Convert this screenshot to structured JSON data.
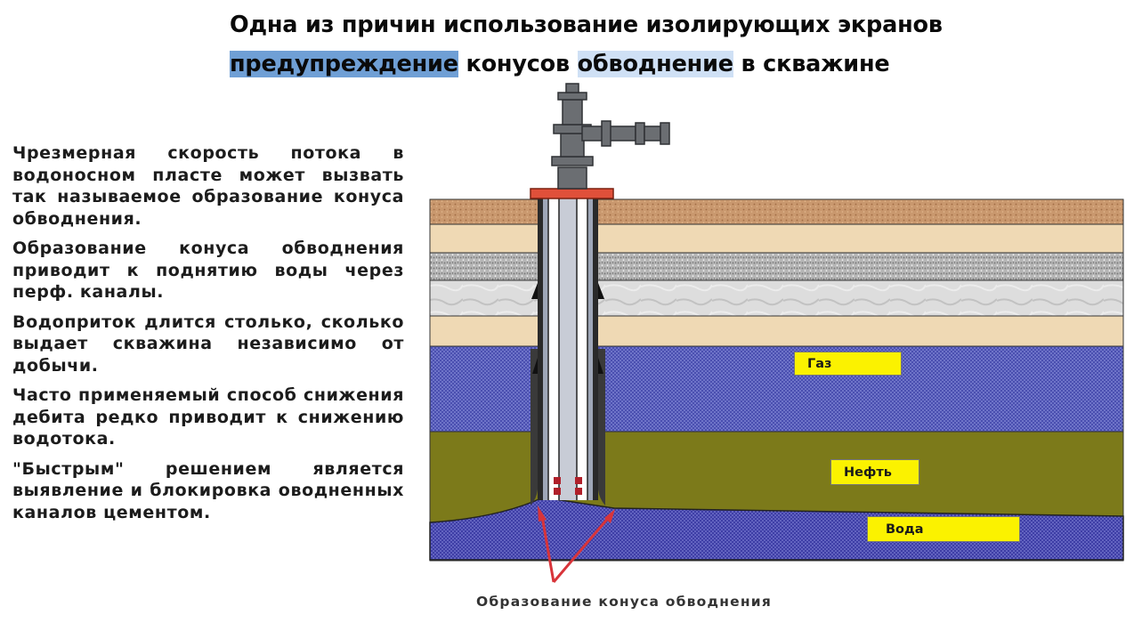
{
  "title": {
    "line1": "Одна из причин использование изолирующих экранов",
    "line2_word1": "предупреждение",
    "line2_word2": " конусов ",
    "line2_word3": "обводнение",
    "line2_word4": " в скважине"
  },
  "paragraphs": [
    "Чрезмерная скорость потока в водоносном пласте может вызвать так называемое образование конуса обводнения.",
    "Образование конуса обводнения приводит к поднятию воды через перф. каналы.",
    "Водоприток длится столько, сколько выдает скважина независимо от добычи.",
    "Часто применяемый способ снижения дебита редко приводит к снижению водотока.",
    "\"Быстрым\" решением является выявление и блокировка оводненных каналов цементом."
  ],
  "diagram": {
    "labels": {
      "gas": "Газ",
      "oil": "Нефть",
      "water": "Вода"
    },
    "caption": "Образование конуса обводнения",
    "colors": {
      "topsoil": "#c9986e",
      "sand": "#efd9b4",
      "gravel": "#b3b3b3",
      "marble": "#dcdcdc",
      "gas_zone": "#4a4fb0",
      "oil_zone": "#7c7a1a",
      "water_zone": "#3e3ea6",
      "label_bg": "#fbf200",
      "arrow": "#d8343a",
      "casing_head": "#e0503a"
    }
  }
}
